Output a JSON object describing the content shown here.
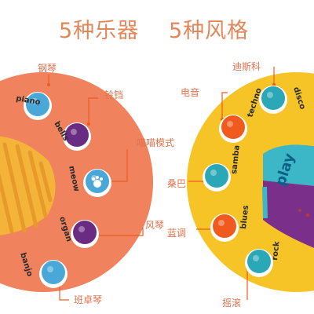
{
  "header": {
    "title_left": "5种乐器",
    "title_right": "5种风格"
  },
  "left_toy": {
    "color": "#f0825e",
    "buttons": [
      {
        "label": "piano",
        "callout": "钢琴",
        "color": "#4aa8d8"
      },
      {
        "label": "bells",
        "callout": "铃铛",
        "color": "#6a2b82"
      },
      {
        "label": "meow",
        "callout": "喵喵模式",
        "color": "#4aa8d8"
      },
      {
        "label": "organ",
        "callout": "风琴",
        "color": "#6a2b82"
      },
      {
        "label": "banjo",
        "callout": "班卓琴",
        "color": "#4aa8d8"
      }
    ]
  },
  "right_toy": {
    "color": "#f6c426",
    "play_label": "play",
    "buttons": [
      {
        "label": "disco",
        "callout": "迪斯科",
        "color": "#2ba8b8"
      },
      {
        "label": "techno",
        "callout": "电音",
        "color": "#f05a1f"
      },
      {
        "label": "samba",
        "callout": "桑巴",
        "color": "#2ba8b8"
      },
      {
        "label": "blues",
        "callout": "蓝调",
        "color": "#f05a1f"
      },
      {
        "label": "rock",
        "callout": "摇滚",
        "color": "#2ba8b8"
      }
    ]
  },
  "colors": {
    "accent": "#e3875a",
    "callout_line": "#f05a1f",
    "purple": "#7a2f8a",
    "teal_play": "#3bb7c8"
  }
}
